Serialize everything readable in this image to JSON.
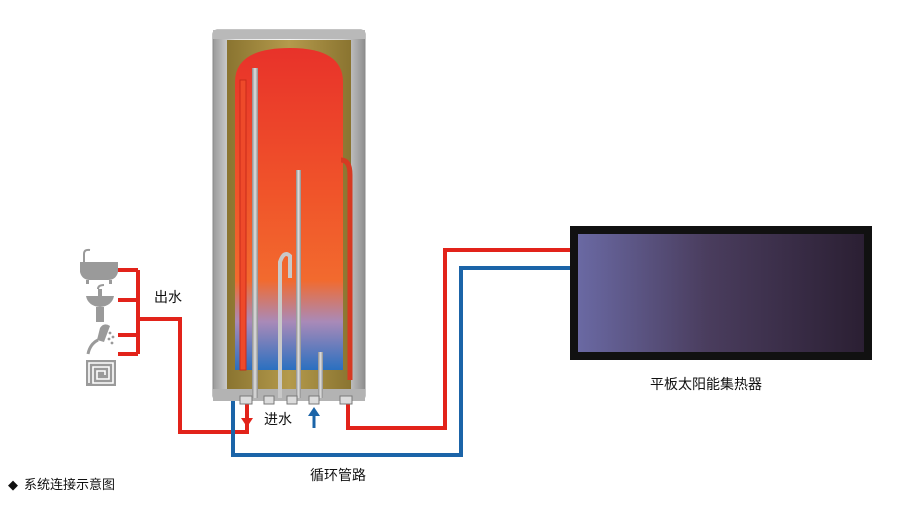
{
  "labels": {
    "outlet": "出水",
    "inlet": "进水",
    "circulation": "循环管路",
    "collector": "平板太阳能集热器"
  },
  "caption": {
    "bullet": "◆",
    "text": "系统连接示意图"
  },
  "colors": {
    "hot_pipe": "#e2231a",
    "cold_pipe": "#1b64a8",
    "tank_shell": "#c8c8c8",
    "tank_insulation": "#a08a3c",
    "collector_panel_left": "#6a69a3",
    "collector_panel_right": "#2b1f33",
    "fixture_icon": "#9a9a9a"
  },
  "icons": [
    "bathtub-icon",
    "washbasin-icon",
    "shower-icon",
    "floor-heating-icon"
  ]
}
